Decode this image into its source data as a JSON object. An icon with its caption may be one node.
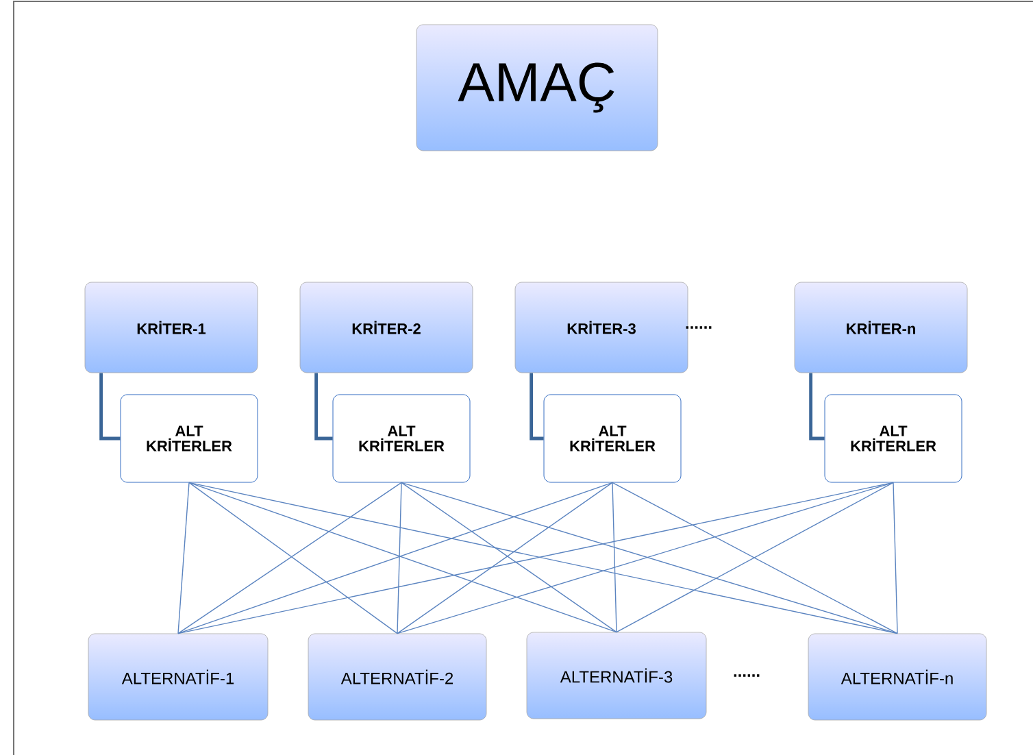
{
  "diagram": {
    "nodes": [
      {
        "text": [
          "AMAÇ"
        ]
      },
      {
        "text": [
          "KRİTER-1"
        ]
      },
      {
        "text": [
          "KRİTER-2"
        ]
      },
      {
        "text": [
          "KRİTER-3"
        ]
      },
      {
        "text": [
          "KRİTER-n"
        ]
      },
      {
        "text": [
          "ALT KRİTERLER"
        ]
      },
      {
        "text": [
          "ALT KRİTERLER"
        ]
      },
      {
        "text": [
          "ALT KRİTERLER"
        ]
      },
      {
        "text": [
          "ALT KRİTERLER"
        ]
      },
      {
        "text": [
          "ALTERNATİF-1"
        ]
      },
      {
        "text": [
          "ALTERNATİF-2"
        ]
      },
      {
        "text": [
          "ALTERNATİF-3"
        ]
      },
      {
        "text": [
          "ALTERNATİF-n"
        ]
      }
    ],
    "edges": [
      {
        "from": 1,
        "to": 5,
        "arrow": "none",
        "style": "thick",
        "color": "#3a6597"
      },
      {
        "from": 2,
        "to": 6,
        "arrow": "none",
        "style": "thick",
        "color": "#3a6597"
      },
      {
        "from": 3,
        "to": 7,
        "arrow": "none",
        "style": "thick",
        "color": "#3a6597"
      },
      {
        "from": 4,
        "to": 8,
        "arrow": "none",
        "style": "thick",
        "color": "#3a6597"
      },
      {
        "from": 5,
        "to": 9,
        "arrow": "none"
      },
      {
        "from": 5,
        "to": 10,
        "arrow": "none"
      },
      {
        "from": 5,
        "to": 11,
        "arrow": "none"
      },
      {
        "from": 5,
        "to": 12,
        "arrow": "none"
      },
      {
        "from": 6,
        "to": 9,
        "arrow": "none"
      },
      {
        "from": 6,
        "to": 10,
        "arrow": "none"
      },
      {
        "from": 6,
        "to": 11,
        "arrow": "none"
      },
      {
        "from": 6,
        "to": 12,
        "arrow": "none"
      },
      {
        "from": 7,
        "to": 9,
        "arrow": "none"
      },
      {
        "from": 7,
        "to": 10,
        "arrow": "none"
      },
      {
        "from": 7,
        "to": 11,
        "arrow": "none"
      },
      {
        "from": 7,
        "to": 12,
        "arrow": "none"
      },
      {
        "from": 8,
        "to": 9,
        "arrow": "none"
      },
      {
        "from": 8,
        "to": 10,
        "arrow": "none"
      },
      {
        "from": 8,
        "to": 11,
        "arrow": "none"
      },
      {
        "from": 8,
        "to": 12,
        "arrow": "none"
      }
    ],
    "labels": [
      "......",
      "......"
    ]
  }
}
